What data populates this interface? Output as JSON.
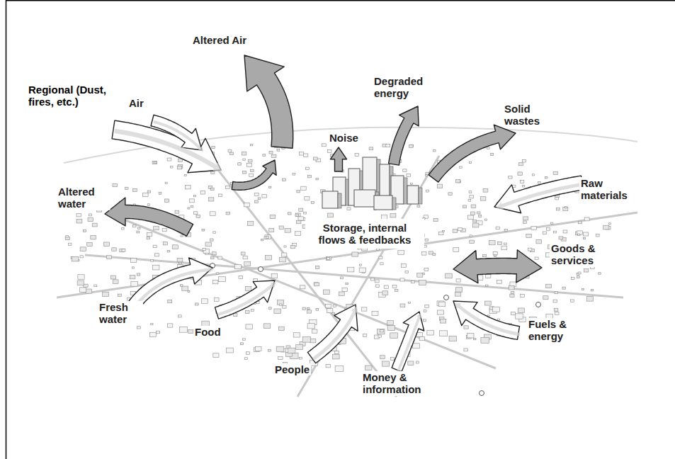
{
  "diagram": {
    "nodes": [
      {
        "text": [
          "Storage, internal flows & feedbacks"
        ]
      }
    ],
    "labels": [
      "Altered Air",
      "Regional (Dust, fires, etc.)",
      "Air",
      "Degraded energy",
      "Noise",
      "Solid wastes",
      "Raw materials",
      "Altered water",
      "Goods & services",
      "Fresh water",
      "Food",
      "People",
      "Money & information",
      "Fuels & energy"
    ]
  }
}
